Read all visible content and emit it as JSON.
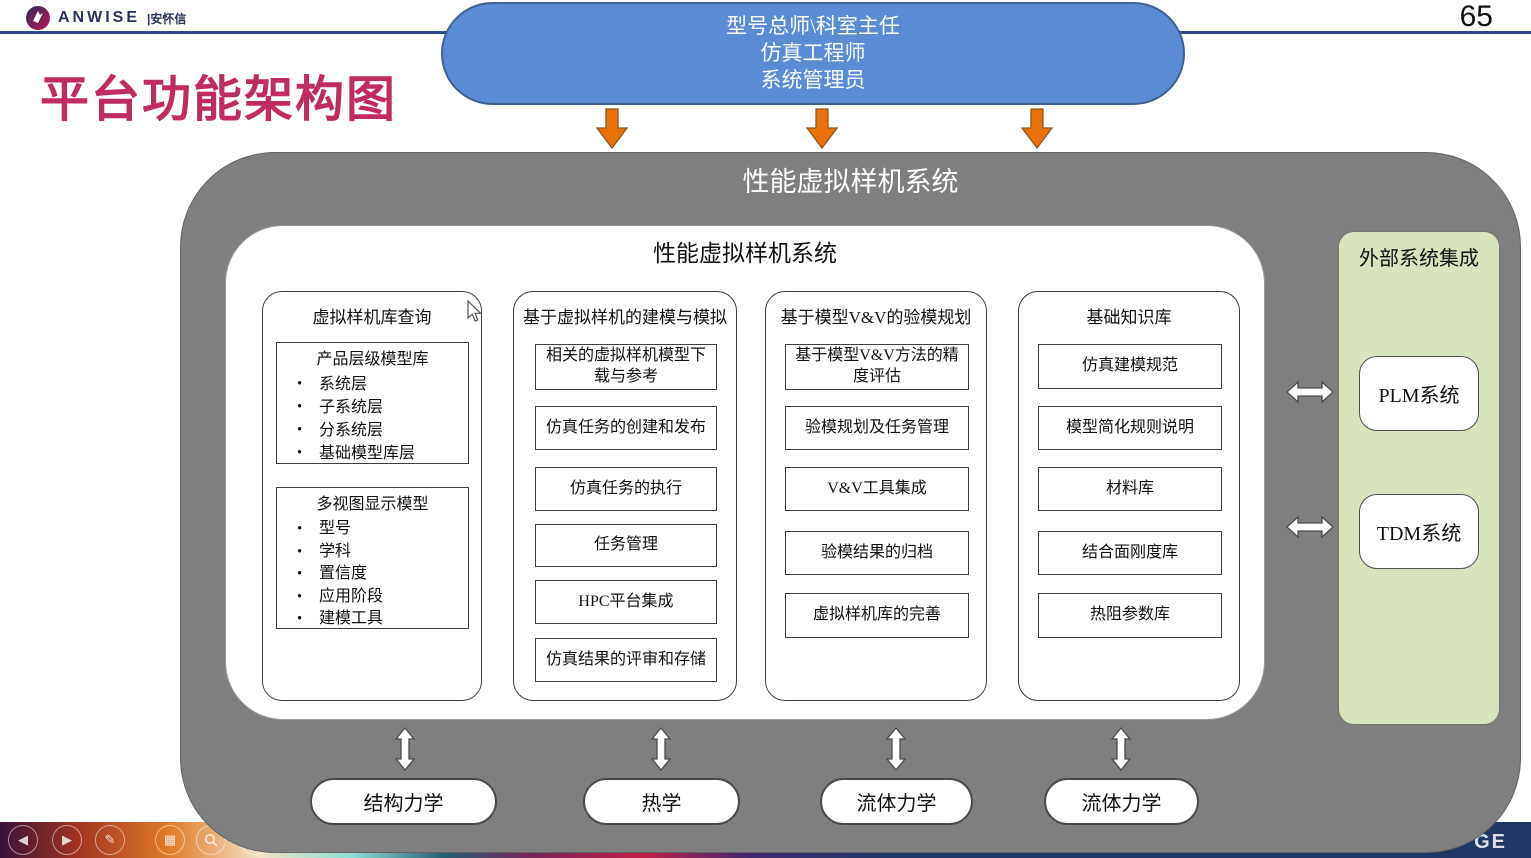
{
  "header": {
    "logo_en": "ANWISE",
    "logo_cn": "|安怀信",
    "page_number": "65"
  },
  "slide": {
    "title": "平台功能架构图"
  },
  "roles_capsule": {
    "lines": [
      "型号总师\\科室主任",
      "仿真工程师",
      "系统管理员"
    ]
  },
  "system_outer": {
    "title": "性能虚拟样机系统"
  },
  "system_inner": {
    "title": "性能虚拟样机系统"
  },
  "columns": [
    {
      "title": "虚拟样机库查询",
      "list_boxes": [
        {
          "header": "产品层级模型库",
          "items": [
            "系统层",
            "子系统层",
            "分系统层",
            "基础模型库层"
          ]
        },
        {
          "header": "多视图显示模型",
          "items": [
            "型号",
            "学科",
            "置信度",
            "应用阶段",
            "建模工具"
          ]
        }
      ]
    },
    {
      "title": "基于虚拟样机的建模与模拟",
      "boxes": [
        "相关的虚拟样机模型下载与参考",
        "仿真任务的创建和发布",
        "仿真任务的执行",
        "任务管理",
        "HPC平台集成",
        "仿真结果的评审和存储"
      ]
    },
    {
      "title": "基于模型V&V的验模规划",
      "boxes": [
        "基于模型V&V方法的精度评估",
        "验模规划及任务管理",
        "V&V工具集成",
        "验模结果的归档",
        "虚拟样机库的完善"
      ]
    },
    {
      "title": "基础知识库",
      "boxes": [
        "仿真建模规范",
        "模型简化规则说明",
        "材料库",
        "结合面刚度库",
        "热阻参数库"
      ]
    }
  ],
  "external_panel": {
    "title": "外部系统集成",
    "systems": [
      "PLM系统",
      "TDM系统"
    ]
  },
  "disciplines": [
    "结构力学",
    "热学",
    "流体力学",
    "流体力学"
  ],
  "footer": {
    "partial_text": "GE"
  },
  "colors": {
    "title_magenta": "#be2c62",
    "capsule_blue": "#5b8bd5",
    "arrow_orange": "#e8710a",
    "container_gray": "#7f7f7f",
    "panel_green": "#d8e4bc",
    "topline_navy": "#2c4a8c",
    "footer_navy": "#203864"
  }
}
